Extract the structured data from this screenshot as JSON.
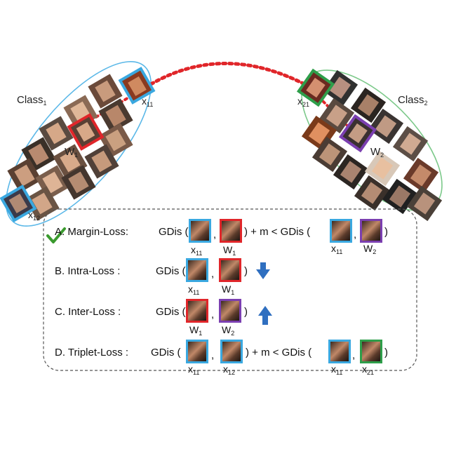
{
  "diagram": {
    "class1_label": "Class",
    "class1_sub": "1",
    "class2_label": "Class",
    "class2_sub": "2",
    "w1": "W",
    "w1_sub": "1",
    "w2": "W",
    "w2_sub": "2",
    "x11": "x",
    "x11_sub": "11",
    "x12": "x",
    "x12_sub": "12",
    "x21": "x",
    "x21_sub": "21",
    "colors": {
      "class1_ellipse": "#5bb8e8",
      "class2_ellipse": "#7cc98a",
      "link": "#e0262a",
      "blue_box": "#3aa8e0",
      "red_box": "#e0262a",
      "purple_box": "#7b3fb0",
      "green_box": "#2e9e4a",
      "arrow": "#2f6fc0",
      "check": "#3a9a2e"
    },
    "icons": [
      "check-icon",
      "down-arrow-icon",
      "up-arrow-icon"
    ]
  },
  "losses": {
    "a": {
      "label": "A. Margin-Loss:",
      "gdis1": "GDis (",
      "comma1": ",",
      "mid": ") + m < GDis (",
      "comma2": ",",
      "close": ")"
    },
    "b": {
      "label": "B. Intra-Loss :",
      "gdis1": "GDis (",
      "comma1": ",",
      "close": ")"
    },
    "c": {
      "label": "C. Inter-Loss :",
      "gdis1": "GDis (",
      "comma1": ",",
      "close": ")"
    },
    "d": {
      "label": "D. Triplet-Loss :",
      "gdis1": "GDis (",
      "comma1": ",",
      "mid": ") + m < GDis (",
      "comma2": ",",
      "close": ")"
    }
  }
}
